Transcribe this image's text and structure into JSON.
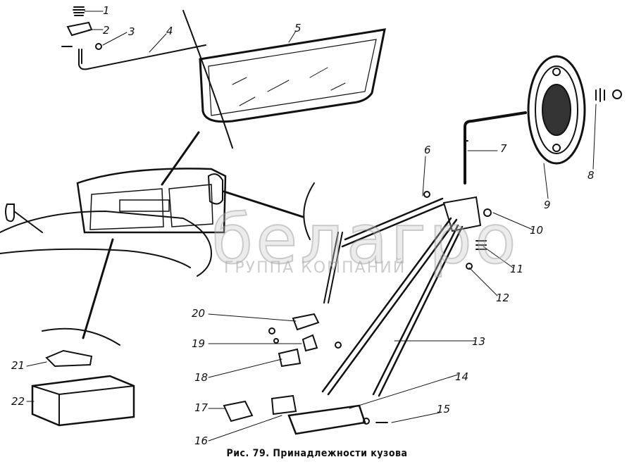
{
  "figure": {
    "caption": "Рис. 79. Принадлежности кузова",
    "watermark": {
      "brand": "белагро",
      "subtitle": "ГРУППА КОМПАНИЙ"
    },
    "part_labels": [
      "1",
      "2",
      "3",
      "4",
      "5",
      "6",
      "7",
      "8",
      "9",
      "10",
      "11",
      "12",
      "13",
      "14",
      "15",
      "16",
      "17",
      "18",
      "19",
      "20",
      "21",
      "22"
    ]
  }
}
